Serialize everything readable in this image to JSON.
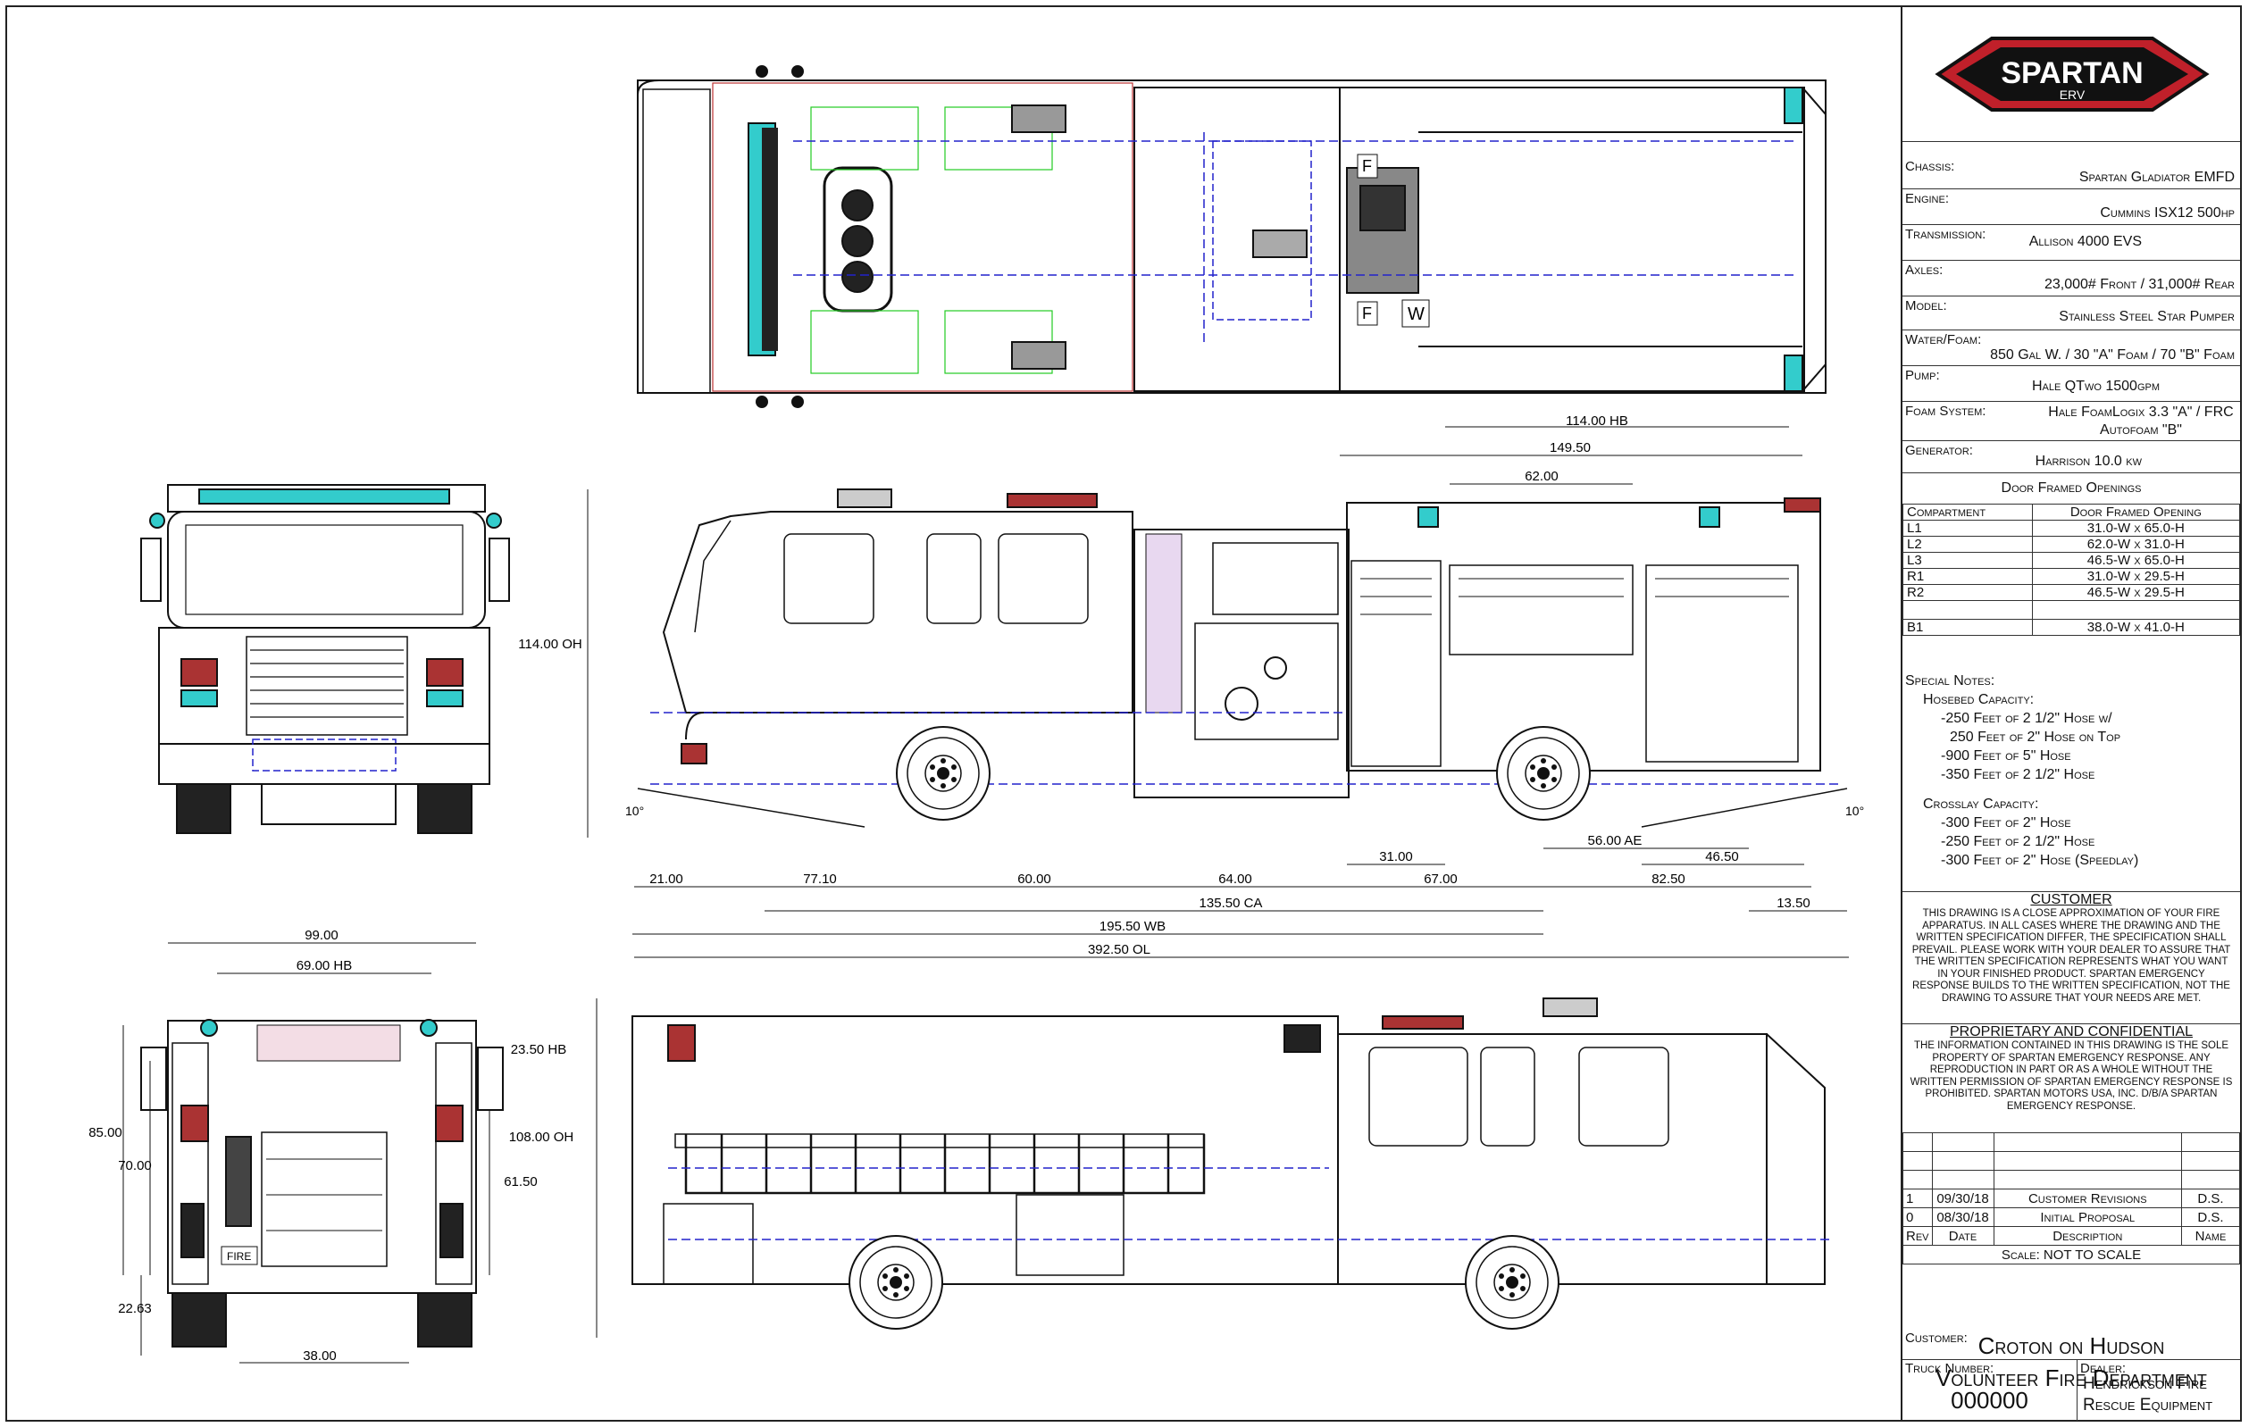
{
  "titleblock": {
    "logo": {
      "name": "SPARTAN",
      "sub": "ERV"
    },
    "specs": [
      {
        "label": "Chassis:",
        "value": "Spartan Gladiator EMFD"
      },
      {
        "label": "Engine:",
        "value": "Cummins ISX12 500hp"
      },
      {
        "label": "Transmission:",
        "value": "Allison 4000 EVS"
      },
      {
        "label": "Axles:",
        "value": "23,000# Front / 31,000# Rear"
      },
      {
        "label": "Model:",
        "value": "Stainless Steel Star Pumper"
      },
      {
        "label": "Water/Foam:",
        "value": "850 Gal W. / 30 \"A\" Foam / 70 \"B\" Foam"
      },
      {
        "label": "Pump:",
        "value": "Hale QTwo 1500gpm"
      },
      {
        "label": "Foam System:",
        "value": "Hale FoamLogix 3.3 \"A\" / FRC Autofoam \"B\""
      },
      {
        "label": "Generator:",
        "value": "Harrison 10.0 kw"
      }
    ],
    "door_openings_title": "Door Framed Openings",
    "compartment_header": "Compartment",
    "opening_header": "Door Framed Opening",
    "compartments": [
      {
        "id": "L1",
        "size": "31.0-W x 65.0-H"
      },
      {
        "id": "L2",
        "size": "62.0-W x 31.0-H"
      },
      {
        "id": "L3",
        "size": "46.5-W x 65.0-H"
      },
      {
        "id": "R1",
        "size": "31.0-W x 29.5-H"
      },
      {
        "id": "R2",
        "size": "46.5-W x 29.5-H"
      },
      {
        "id": "",
        "size": ""
      },
      {
        "id": "B1",
        "size": "38.0-W x 41.0-H"
      }
    ],
    "special_notes_title": "Special Notes:",
    "hosebed_title": "Hosebed Capacity:",
    "hosebed": [
      "-250 Feet of 2 1/2\" Hose w/",
      "250 Feet of 2\" Hose on Top",
      "-900 Feet of 5\" Hose",
      "-350 Feet of 2 1/2\" Hose"
    ],
    "crosslay_title": "Crosslay Capacity:",
    "crosslay": [
      "-300 Feet of 2\" Hose",
      "-250 Feet of 2 1/2\" Hose",
      "-300 Feet of 2\" Hose (Speedlay)"
    ],
    "customer_title": "CUSTOMER",
    "customer_text": "THIS DRAWING IS A CLOSE APPROXIMATION OF YOUR FIRE APPARATUS. IN ALL CASES WHERE THE DRAWING AND THE WRITTEN SPECIFICATION DIFFER, THE SPECIFICATION SHALL PREVAIL. PLEASE WORK WITH YOUR DEALER TO ASSURE THAT THE WRITTEN SPECIFICATION REPRESENTS WHAT YOU WANT IN YOUR FINISHED PRODUCT. SPARTAN EMERGENCY RESPONSE BUILDS TO THE WRITTEN SPECIFICATION, NOT THE DRAWING TO ASSURE THAT YOUR NEEDS ARE MET.",
    "proprietary_title": "PROPRIETARY AND CONFIDENTIAL",
    "proprietary_text": "THE INFORMATION CONTAINED IN THIS DRAWING IS THE SOLE PROPERTY OF SPARTAN EMERGENCY RESPONSE. ANY REPRODUCTION IN PART OR AS A WHOLE WITHOUT THE WRITTEN PERMISSION OF SPARTAN EMERGENCY RESPONSE IS PROHIBITED. SPARTAN MOTORS USA, INC. D/B/A SPARTAN EMERGENCY RESPONSE.",
    "revisions": [
      {
        "rev": "1",
        "date": "09/30/18",
        "desc": "Customer Revisions",
        "name": "D.S."
      },
      {
        "rev": "0",
        "date": "08/30/18",
        "desc": "Initial Proposal",
        "name": "D.S."
      }
    ],
    "rev_headers": {
      "rev": "Rev",
      "date": "Date",
      "desc": "Description",
      "name": "Name"
    },
    "scale": "Scale:  NOT TO SCALE",
    "customer_label": "Customer:",
    "customer_name_1": "Croton on Hudson",
    "customer_name_2": "Volunteer Fire Department",
    "truck_number_label": "Truck Number:",
    "truck_number": "000000",
    "dealer_label": "Dealer:",
    "dealer_1": "Hendrickson Fire",
    "dealer_2": "Rescue Equipment"
  },
  "drawing": {
    "top_dim": "114.00 HB",
    "side_dims": {
      "overall_height": "114.00 OH",
      "d149": "149.50",
      "d62": "62.00",
      "angle_left": "10°",
      "angle_right": "10°",
      "ae": "56.00 AE",
      "d4650": "46.50",
      "d3100": "31.00",
      "row1": [
        "21.00",
        "77.10",
        "60.00",
        "64.00",
        "67.00",
        "82.50"
      ],
      "ca": "135.50 CA",
      "oh1350": "13.50",
      "wb": "195.50 WB",
      "ol": "392.50 OL"
    },
    "rear_dims": {
      "d99": "99.00",
      "hb69": "69.00 HB",
      "hb23": "23.50 HB",
      "d85": "85.00",
      "d70": "70.00",
      "d6150": "61.50",
      "d2263": "22.63",
      "d38": "38.00"
    },
    "left_oh": "108.00 OH",
    "labels": {
      "fire": "FIRE",
      "f": "F",
      "w": "W"
    }
  }
}
